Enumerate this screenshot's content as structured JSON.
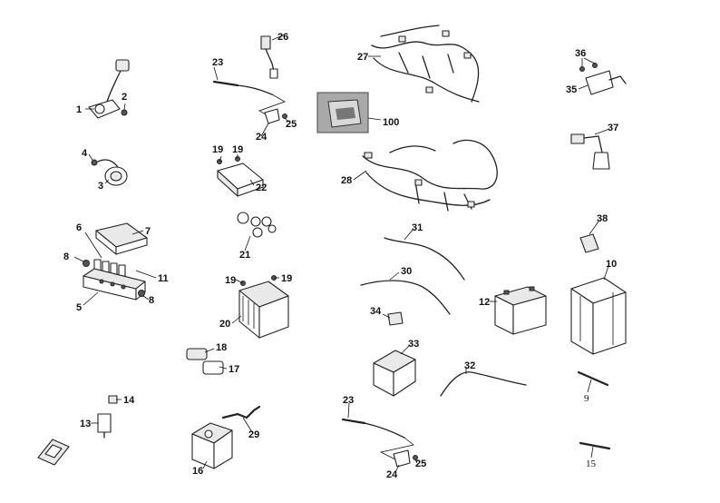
{
  "diagram": {
    "callouts": {
      "c1": "1",
      "c2": "2",
      "c3": "3",
      "c4": "4",
      "c5": "5",
      "c6": "6",
      "c7": "7",
      "c8a": "8",
      "c8b": "8",
      "c9": "9",
      "c10": "10",
      "c11": "11",
      "c12": "12",
      "c13": "13",
      "c14": "14",
      "c15": "15",
      "c16": "16",
      "c17": "17",
      "c18": "18",
      "c19a": "19",
      "c19b": "19",
      "c19c": "19",
      "c19d": "19",
      "c20": "20",
      "c21": "21",
      "c22": "22",
      "c23a": "23",
      "c23b": "23",
      "c24a": "24",
      "c24b": "24",
      "c25a": "25",
      "c25b": "25",
      "c26": "26",
      "c27": "27",
      "c28": "28",
      "c29": "29",
      "c30": "30",
      "c31": "31",
      "c32": "32",
      "c33": "33",
      "c34": "34",
      "c35": "35",
      "c36": "36",
      "c37": "37",
      "c38": "38",
      "c100": "100"
    }
  }
}
